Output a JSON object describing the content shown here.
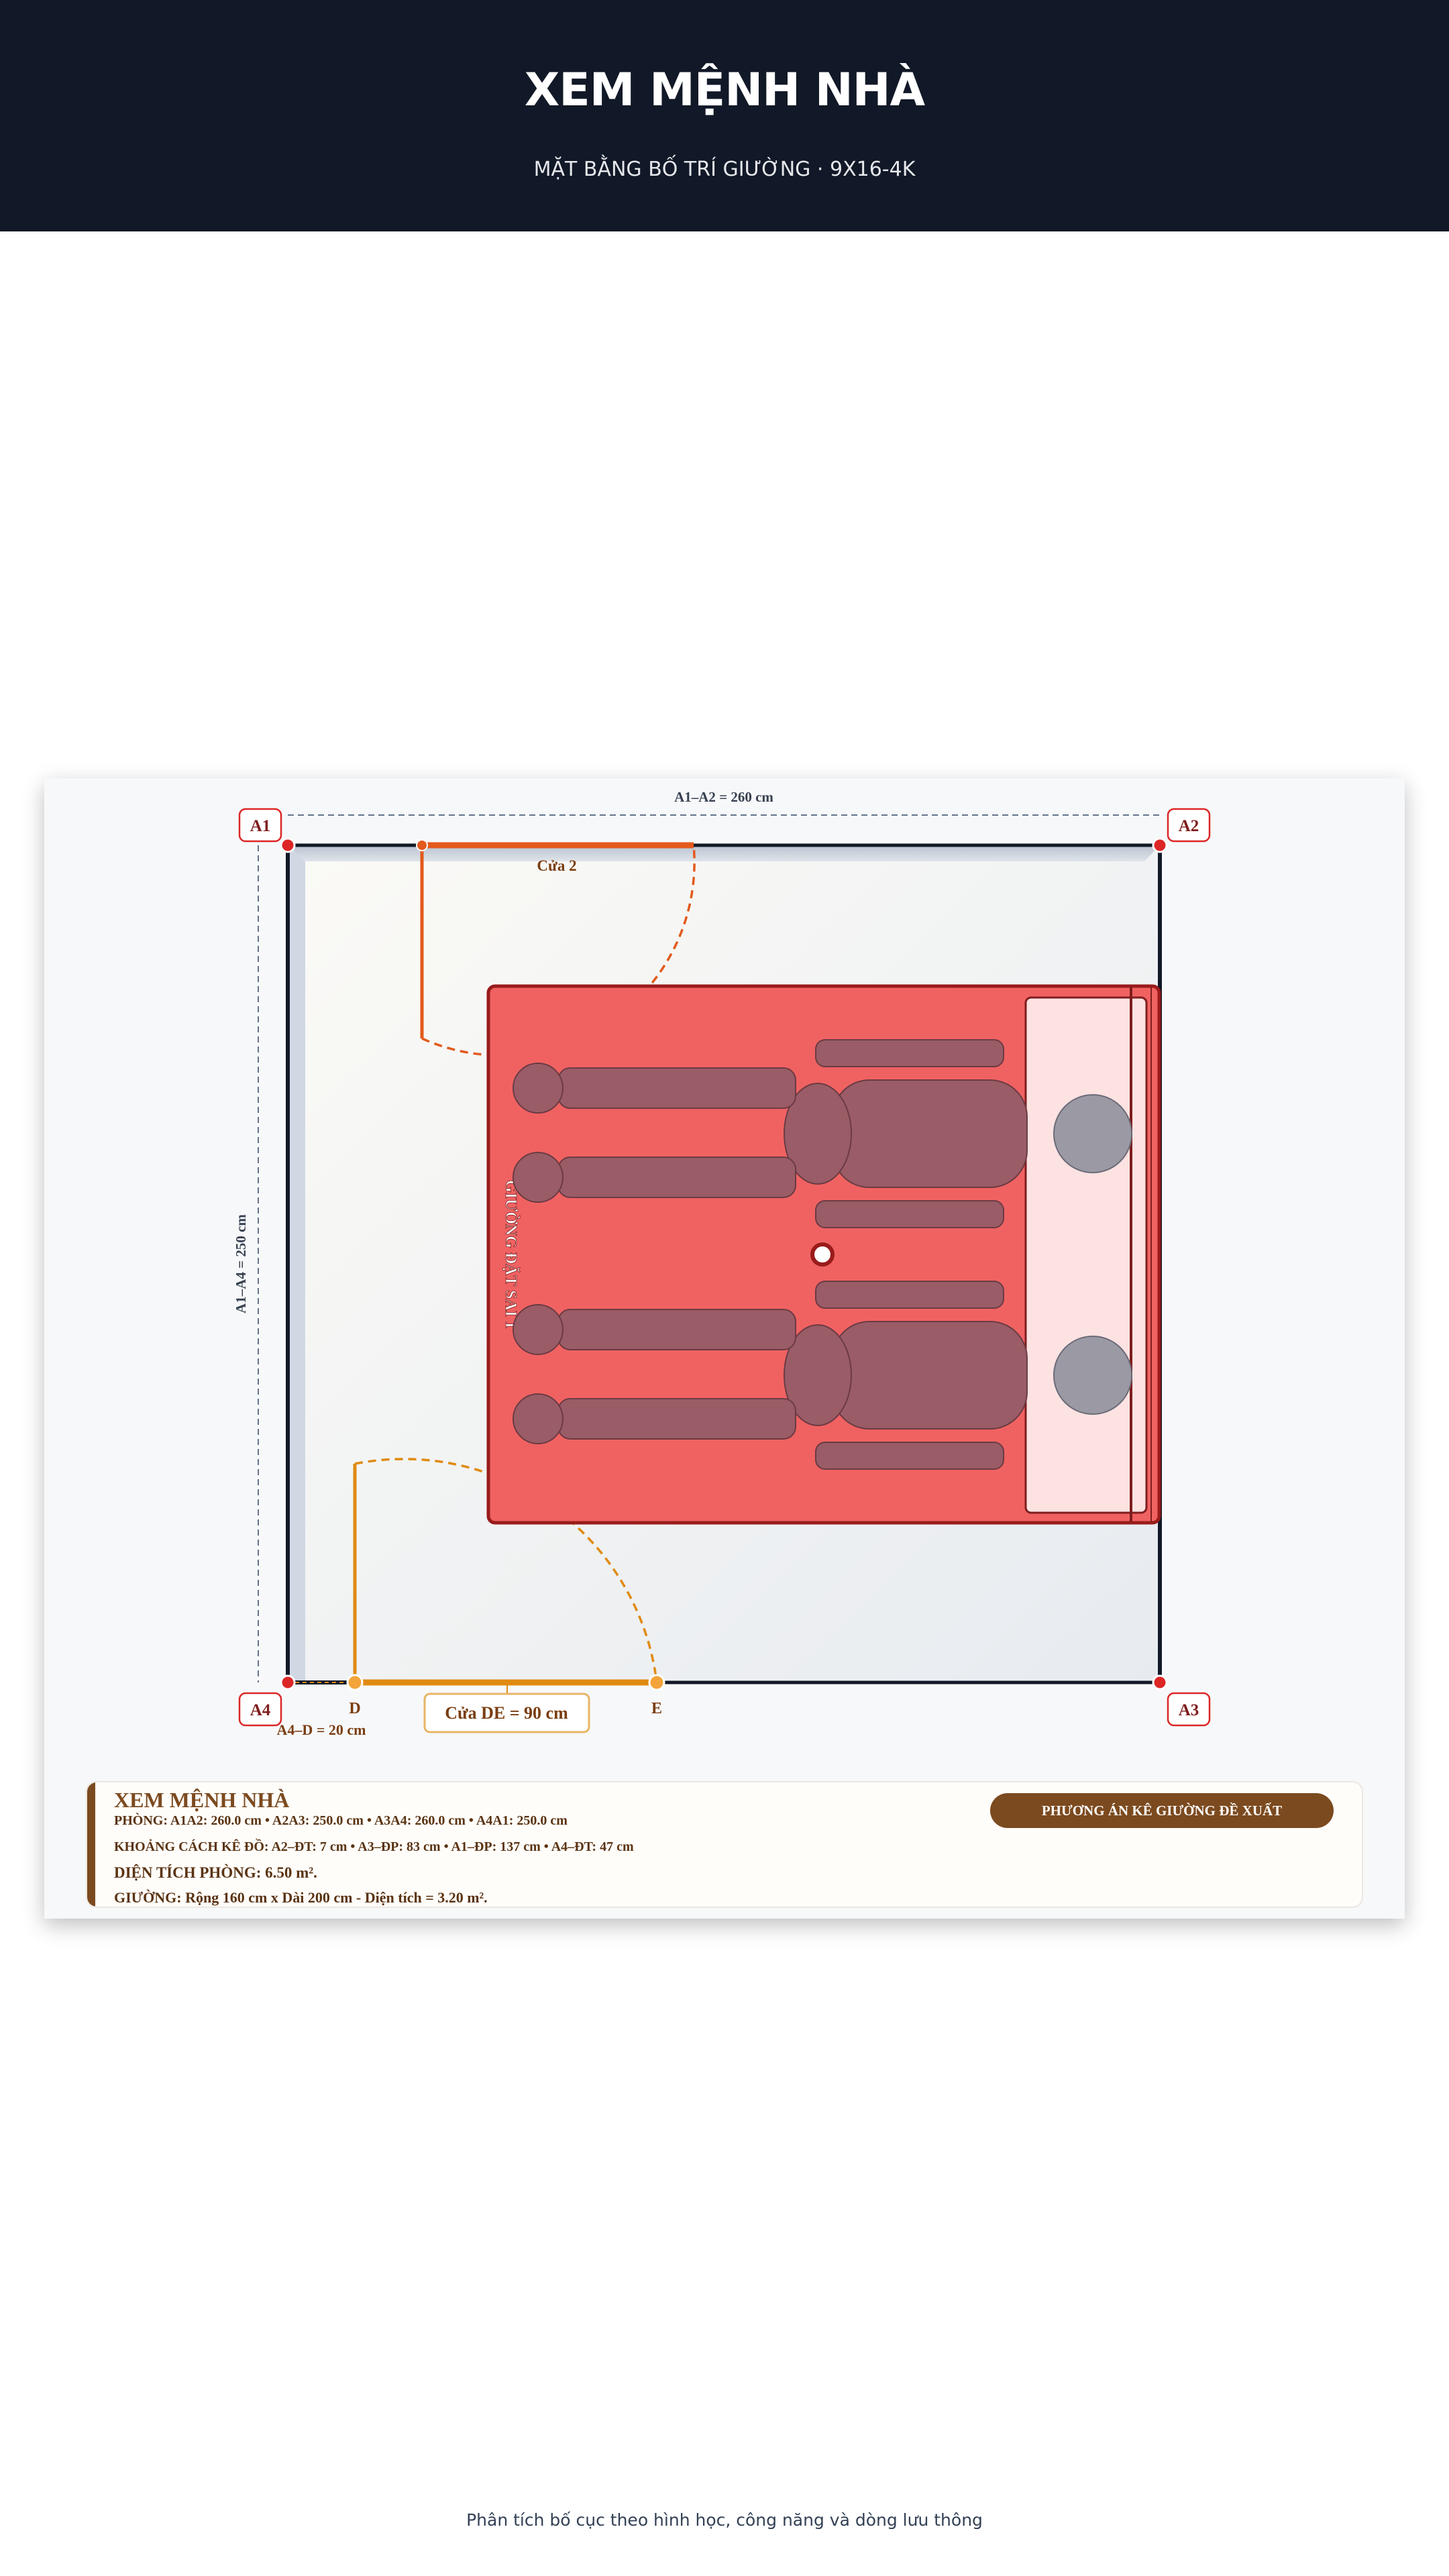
{
  "header": {
    "title": "XEM MỆNH NHÀ",
    "subtitle": "MẶT BẰNG BỐ TRÍ GIƯỜNG · 9X16-4K"
  },
  "plan": {
    "corners": {
      "a1": "A1",
      "a2": "A2",
      "a3": "A3",
      "a4": "A4"
    },
    "dimension_top": "A1–A2 = 260 cm",
    "dimension_left": "A1–A4 = 250 cm",
    "door2_label": "Cửa 2",
    "door_de_label": "Cửa DE = 90 cm",
    "point_d": "D",
    "point_e": "E",
    "a4_d_label": "A4–D = 20 cm",
    "bed_label": "GIƯỜNG ĐẶT SAI 1"
  },
  "info": {
    "title": "XEM MỆNH NHÀ",
    "room_line": "PHÒNG: A1A2: 260.0 cm • A2A3: 250.0 cm • A3A4: 260.0 cm • A4A1: 250.0 cm",
    "distance_line": "KHOẢNG CÁCH KÊ ĐỒ: A2–ĐT: 7 cm • A3–ĐP: 83 cm • A1–ĐP: 137 cm • A4–ĐT: 47 cm",
    "area_line": "DIỆN TÍCH PHÒNG: 6.50 m².",
    "bed_line": "GIƯỜNG: Rộng 160 cm x Dài 200 cm - Diện tích = 3.20 m².",
    "badge": "PHƯƠNG ÁN KÊ GIƯỜNG ĐỀ XUẤT"
  },
  "footer": {
    "text": "Phân tích bố cục theo hình học, công năng và dòng lưu thông"
  },
  "colors": {
    "header_bg": "#111827",
    "bed": "#f06262",
    "wall": "#111827",
    "corner_dot": "#dc2626",
    "door2": "#e25a1c",
    "door_de": "#e08a12",
    "brown": "#7c4a1f"
  }
}
